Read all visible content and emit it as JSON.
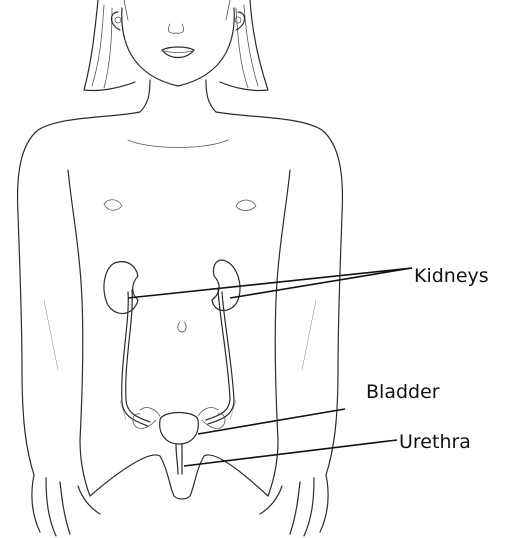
{
  "labels": {
    "kidneys": "Kidneys",
    "bladder": "Bladder",
    "urethra": "Urethra"
  },
  "colors": {
    "line": "#2b2b2b",
    "leader": "#111111",
    "background": "#ffffff"
  }
}
